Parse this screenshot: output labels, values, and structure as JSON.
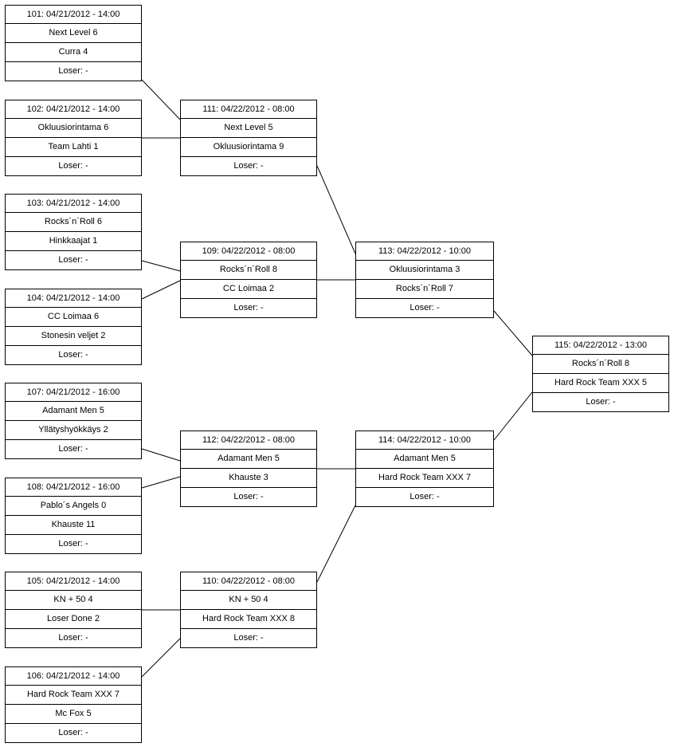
{
  "bracket": {
    "loser_label": "Loser: -",
    "matches": {
      "m101": {
        "header": "101: 04/21/2012 - 14:00",
        "team1": "Next Level 6",
        "team2": "Curra 4",
        "loser": "Loser: -"
      },
      "m102": {
        "header": "102: 04/21/2012 - 14:00",
        "team1": "Okluusiorintama 6",
        "team2": "Team Lahti 1",
        "loser": "Loser: -"
      },
      "m103": {
        "header": "103: 04/21/2012 - 14:00",
        "team1": "Rocks´n´Roll 6",
        "team2": "Hinkkaajat 1",
        "loser": "Loser: -"
      },
      "m104": {
        "header": "104: 04/21/2012 - 14:00",
        "team1": "CC Loimaa 6",
        "team2": "Stonesin veljet 2",
        "loser": "Loser: -"
      },
      "m105": {
        "header": "105: 04/21/2012 - 14:00",
        "team1": "KN + 50 4",
        "team2": "Loser Done 2",
        "loser": "Loser: -"
      },
      "m106": {
        "header": "106: 04/21/2012 - 14:00",
        "team1": "Hard Rock Team XXX 7",
        "team2": "Mc Fox 5",
        "loser": "Loser: -"
      },
      "m107": {
        "header": "107: 04/21/2012 - 16:00",
        "team1": "Adamant Men 5",
        "team2": "Yllätyshyökkäys 2",
        "loser": "Loser: -"
      },
      "m108": {
        "header": "108: 04/21/2012 - 16:00",
        "team1": "Pablo´s Angels 0",
        "team2": "Khauste 11",
        "loser": "Loser: -"
      },
      "m109": {
        "header": "109: 04/22/2012 - 08:00",
        "team1": "Rocks´n´Roll 8",
        "team2": "CC Loimaa 2",
        "loser": "Loser: -"
      },
      "m110": {
        "header": "110: 04/22/2012 - 08:00",
        "team1": "KN + 50 4",
        "team2": "Hard Rock Team XXX 8",
        "loser": "Loser: -"
      },
      "m111": {
        "header": "111: 04/22/2012 - 08:00",
        "team1": "Next Level 5",
        "team2": "Okluusiorintama 9",
        "loser": "Loser: -"
      },
      "m112": {
        "header": "112: 04/22/2012 - 08:00",
        "team1": "Adamant Men 5",
        "team2": "Khauste 3",
        "loser": "Loser: -"
      },
      "m113": {
        "header": "113: 04/22/2012 - 10:00",
        "team1": "Okluusiorintama 3",
        "team2": "Rocks´n´Roll 7",
        "loser": "Loser: -"
      },
      "m114": {
        "header": "114: 04/22/2012 - 10:00",
        "team1": "Adamant Men 5",
        "team2": "Hard Rock Team XXX 7",
        "loser": "Loser: -"
      },
      "m115": {
        "header": "115: 04/22/2012 - 13:00",
        "team1": "Rocks´n´Roll 8",
        "team2": "Hard Rock Team XXX 5",
        "loser": "Loser: -"
      }
    }
  }
}
